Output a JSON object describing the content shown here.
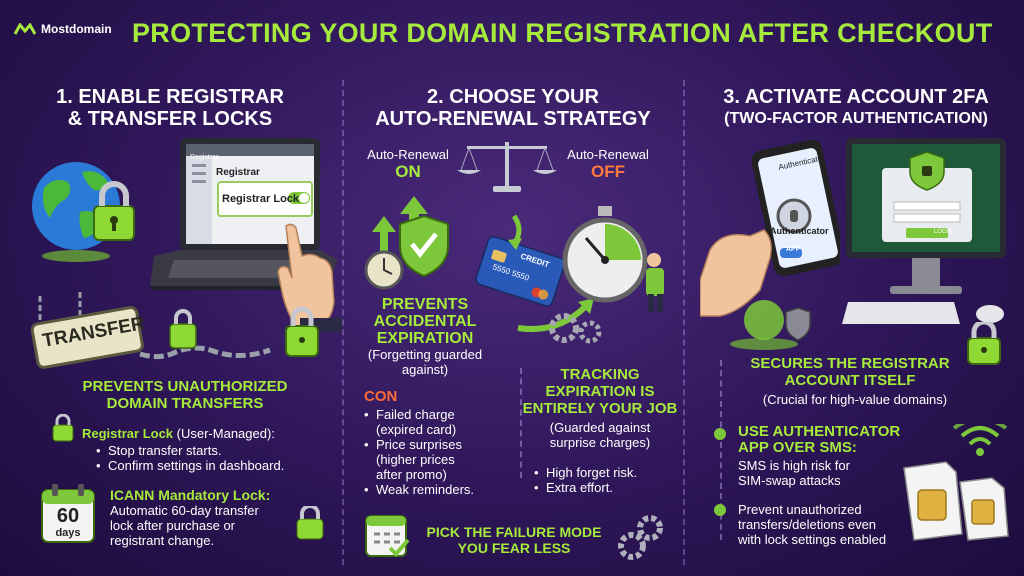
{
  "brand": {
    "name": "Mostdomain"
  },
  "title": "PROTECTING YOUR DOMAIN REGISTRATION AFTER CHECKOUT",
  "col1": {
    "title_l1": "1. ENABLE REGISTRAR",
    "title_l2": "& TRANSFER LOCKS",
    "laptop_sidebar": "Registrar",
    "laptop_header": "Registrar",
    "laptop_toggle": "Registrar Lock",
    "tag_label": "TRANSFER",
    "heading_l1": "PREVENTS UNAUTHORIZED",
    "heading_l2": "DOMAIN TRANSFERS",
    "reg_lock_name": "Registrar Lock",
    "reg_lock_suffix": " (User-Managed):",
    "reg_bullets": [
      "Stop transfer starts.",
      "Confirm settings in dashboard."
    ],
    "icann_title": "ICANN Mandatory Lock:",
    "icann_l1": "Automatic 60-day transfer",
    "icann_l2": "lock after purchase or",
    "icann_l3": "registrant change.",
    "cal_num": "60",
    "cal_unit": "days"
  },
  "col2": {
    "title_l1": "2. CHOOSE YOUR",
    "title_l2": "AUTO-RENEWAL STRATEGY",
    "on_label": "Auto-Renewal",
    "on_state": "ON",
    "off_label": "Auto-Renewal",
    "off_state": "OFF",
    "card_text": "CREDIT",
    "card_num": "5550 5550",
    "pro_l1": "PREVENTS",
    "pro_l2": "ACCIDENTAL",
    "pro_l3": "EXPIRATION",
    "pro_sub_l1": "(Forgetting guarded",
    "pro_sub_l2": "against)",
    "con_title": "CON",
    "con_bullets": [
      [
        "Failed charge",
        "(expired card)"
      ],
      [
        "Price surprises",
        "(higher prices",
        "after promo)"
      ],
      [
        "Weak reminders."
      ]
    ],
    "track_l1": "TRACKING",
    "track_l2": "EXPIRATION IS",
    "track_l3": "ENTIRELY YOUR JOB",
    "track_sub_l1": "(Guarded against",
    "track_sub_l2": "surprise charges)",
    "track_bullets": [
      "High forget risk.",
      "Extra effort."
    ],
    "footer_l1": "PICK THE FAILURE MODE",
    "footer_l2": "YOU FEAR LESS"
  },
  "col3": {
    "title_l1": "3. ACTIVATE ACCOUNT 2FA",
    "title_l2": "(TWO-FACTOR AUTHENTICATION)",
    "phone_title": "Authenticator",
    "phone_label": "Authenticator",
    "phone_btn": "APP",
    "monitor_btn": "LOGIN",
    "heading_l1": "SECURES THE REGISTRAR",
    "heading_l2": "ACCOUNT ITSELF",
    "heading_sub": "(Crucial for high-value domains)",
    "app_l1": "USE AUTHENTICATOR",
    "app_l2": "APP OVER SMS:",
    "sms_l1": "SMS is high risk for",
    "sms_l2": "SIM-swap attacks",
    "prevent_l1": "Prevent unauthorized",
    "prevent_l2": "transfers/deletions even",
    "prevent_l3": "with lock settings enabled"
  },
  "colors": {
    "accent": "#a6ea3c",
    "con": "#ff6b3a",
    "bg": "#2e1658"
  }
}
